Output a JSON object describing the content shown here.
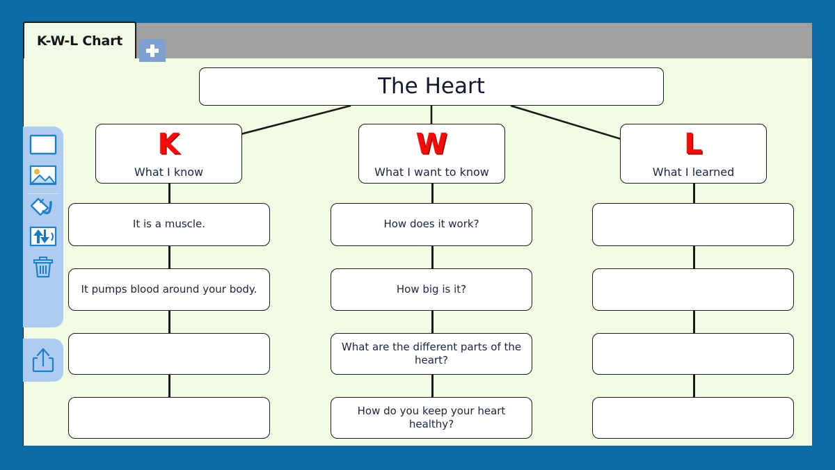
{
  "window": {
    "background_color": "#0d6ca6",
    "toolbar_color": "#a0a0a0",
    "canvas_color": "#f2fbe4"
  },
  "tabs": {
    "active_label": "K-W-L Chart",
    "add_label": "+",
    "add_icon": "plus-icon"
  },
  "tools": {
    "main_panel": [
      {
        "name": "shape-tool",
        "icon": "rectangle-icon"
      },
      {
        "name": "image-tool",
        "icon": "picture-icon"
      },
      {
        "name": "fill-tool",
        "icon": "paint-bucket-icon"
      },
      {
        "name": "sound-tool",
        "icon": "sound-arrows-icon"
      },
      {
        "name": "delete-tool",
        "icon": "trash-icon"
      }
    ],
    "share_panel": [
      {
        "name": "export-tool",
        "icon": "share-upload-icon"
      }
    ]
  },
  "diagram": {
    "accent_letter_color": "#f40b0b",
    "text_color": "#1d2340",
    "title": "The Heart",
    "columns": [
      {
        "id": "k",
        "letter": "K",
        "subtitle": "What I know",
        "items": [
          "It is a muscle.",
          "It pumps blood around your body.",
          "",
          ""
        ]
      },
      {
        "id": "w",
        "letter": "W",
        "subtitle": "What I want to know",
        "items": [
          "How does it work?",
          "How big is it?",
          "What are the different parts of the heart?",
          "How do you keep your heart healthy?"
        ]
      },
      {
        "id": "l",
        "letter": "L",
        "subtitle": "What I learned",
        "items": [
          "",
          "",
          "",
          ""
        ]
      }
    ]
  }
}
